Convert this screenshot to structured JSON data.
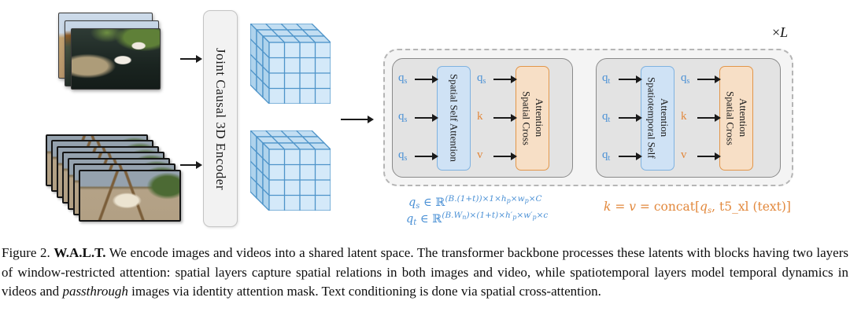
{
  "colors": {
    "accent-blue": "#4a90d5",
    "accent-orange": "#e2883c",
    "blue-box-fill": "#cfe2f5",
    "blue-box-border": "#7fb2e0",
    "orange-box-fill": "#f7dfc6",
    "orange-box-border": "#e2964a",
    "gray-box-fill": "#e3e3e3",
    "gray-box-border": "#8a8a8a",
    "outer-box-fill": "#f4f4f4",
    "outer-box-border": "#b5b5b5",
    "encoder-fill": "#f2f2f2",
    "encoder-border": "#c4c4c4"
  },
  "diagram": {
    "encoder_label": "Joint Causal 3D Encoder",
    "repeat": {
      "times": "×",
      "var": "L"
    },
    "block1": {
      "self_attn_label": "Spatial Self Attention",
      "cross_attn_label": "Spatial Cross Attention",
      "self_inputs": [
        {
          "base": "q",
          "sub": "s"
        },
        {
          "base": "q",
          "sub": "s"
        },
        {
          "base": "q",
          "sub": "s"
        }
      ],
      "cross_inputs": [
        {
          "base": "q",
          "sub": "s"
        },
        {
          "base": "k",
          "sub": ""
        },
        {
          "base": "v",
          "sub": ""
        }
      ]
    },
    "block2": {
      "self_attn_label": "Spatiotemporal Self Attention",
      "cross_attn_label": "Spatial Cross Attention",
      "self_inputs": [
        {
          "base": "q",
          "sub": "t"
        },
        {
          "base": "q",
          "sub": "t"
        },
        {
          "base": "q",
          "sub": "t"
        }
      ],
      "cross_inputs": [
        {
          "base": "q",
          "sub": "s"
        },
        {
          "base": "k",
          "sub": ""
        },
        {
          "base": "v",
          "sub": ""
        }
      ]
    },
    "formulas": {
      "qs": {
        "base": "q",
        "sub": "s",
        "rel": " ∈ ",
        "set": "ℝ",
        "e1": "(B.(1+t))×1×h",
        "e1s": "p",
        "e2": "×w",
        "e2s": "p",
        "e3": "×C"
      },
      "qt": {
        "base": "q",
        "sub": "t",
        "rel": " ∈ ",
        "set": "ℝ",
        "e1": "(B.W",
        "e1s": "n",
        "e2": ")×(1+t)×h′",
        "e2s": "p",
        "e3": "×w′",
        "e3s": "p",
        "e4": "×c"
      },
      "kv": {
        "lead_math": "k = v",
        "lead_fn": " = concat[",
        "qbase": "q",
        "qsub": "s",
        "rest": ", t5_xl (text)]"
      }
    }
  },
  "caption": {
    "fig_label": "Figure 2. ",
    "method": "W.A.L.T.",
    "text_a": " We encode images and videos into a shared latent space. The transformer backbone processes these latents with blocks having two layers of window-restricted attention: spatial layers capture spatial relations in both images and video, while spatiotemporal layers model temporal dynamics in videos and ",
    "italic": "passthrough",
    "text_b": " images via identity attention mask. Text conditioning is done via spatial cross-attention."
  }
}
